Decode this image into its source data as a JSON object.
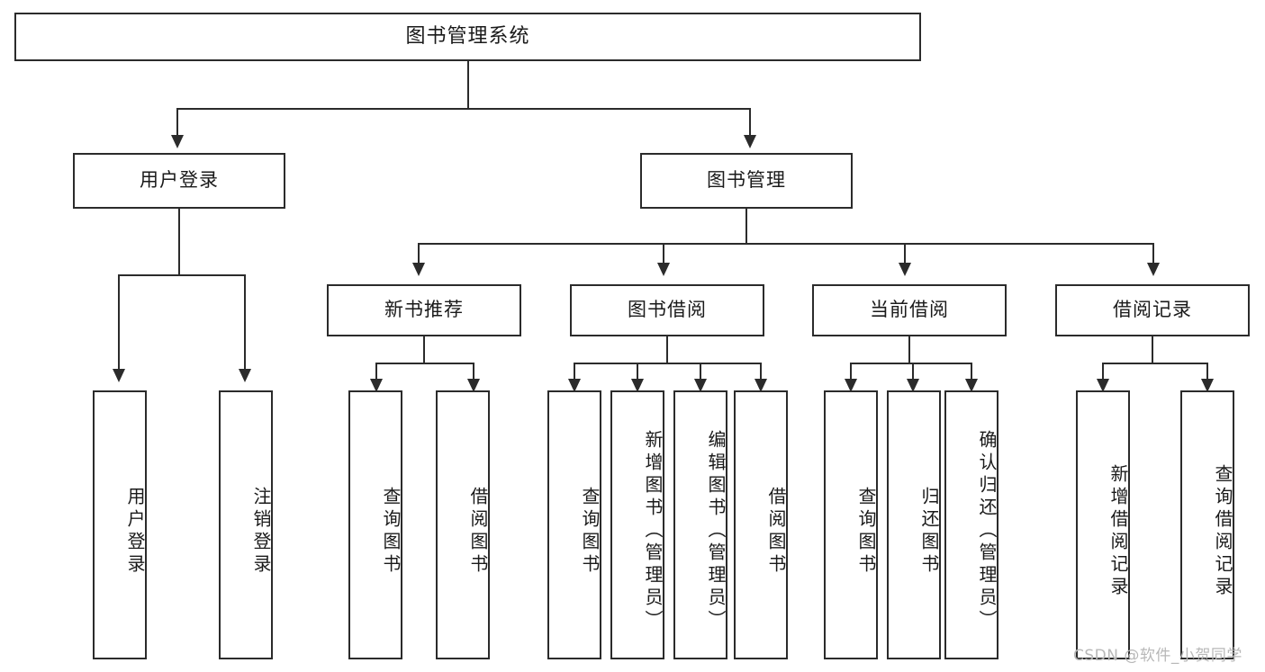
{
  "diagram": {
    "title": "图书管理系统",
    "type": "function-tree",
    "root": {
      "label": "图书管理系统"
    },
    "level2": [
      {
        "id": "user-login",
        "label": "用户登录"
      },
      {
        "id": "book-manage",
        "label": "图书管理"
      }
    ],
    "level3": [
      {
        "id": "new-book-recommend",
        "label": "新书推荐",
        "parent": "book-manage"
      },
      {
        "id": "book-borrow",
        "label": "图书借阅",
        "parent": "book-manage"
      },
      {
        "id": "current-borrow",
        "label": "当前借阅",
        "parent": "book-manage"
      },
      {
        "id": "borrow-record",
        "label": "借阅记录",
        "parent": "book-manage"
      }
    ],
    "leaves": {
      "user-login": [
        {
          "id": "leaf-user-login",
          "label": "用户登录"
        },
        {
          "id": "leaf-user-logout",
          "label": "注销登录"
        }
      ],
      "new-book-recommend": [
        {
          "id": "leaf-query-book-1",
          "label": "查询图书"
        },
        {
          "id": "leaf-borrow-book-1",
          "label": "借阅图书"
        }
      ],
      "book-borrow": [
        {
          "id": "leaf-query-book-2",
          "label": "查询图书"
        },
        {
          "id": "leaf-add-book",
          "label": "新增图书（管理员）"
        },
        {
          "id": "leaf-edit-book",
          "label": "编辑图书（管理员）"
        },
        {
          "id": "leaf-borrow-book-2",
          "label": "借阅图书"
        }
      ],
      "current-borrow": [
        {
          "id": "leaf-query-book-3",
          "label": "查询图书"
        },
        {
          "id": "leaf-return-book",
          "label": "归还图书"
        },
        {
          "id": "leaf-confirm-return",
          "label": "确认归还（管理员）"
        }
      ],
      "borrow-record": [
        {
          "id": "leaf-add-record",
          "label": "新增借阅记录"
        },
        {
          "id": "leaf-query-record",
          "label": "查询借阅记录"
        }
      ]
    }
  },
  "watermark": {
    "text": "CSDN @软件_小贺同学"
  },
  "colors": {
    "stroke": "#2b2b2b",
    "background": "#ffffff",
    "text": "#1a1a1a",
    "watermark": "#b8b8b8"
  }
}
